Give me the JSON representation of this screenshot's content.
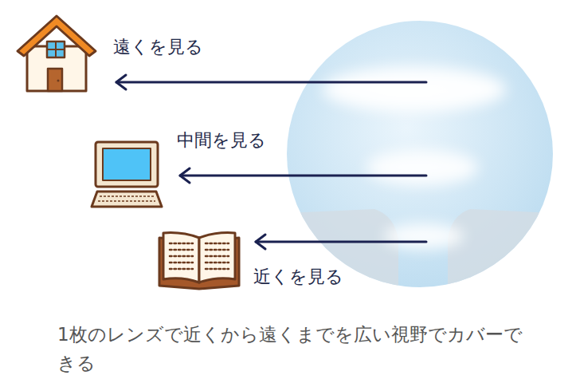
{
  "diagram": {
    "caption": "1枚のレンズで近くから遠くまでを広い視野でカバーできる",
    "labels": [
      "遠くを見る",
      "中間を見る",
      "近くを見る"
    ]
  }
}
